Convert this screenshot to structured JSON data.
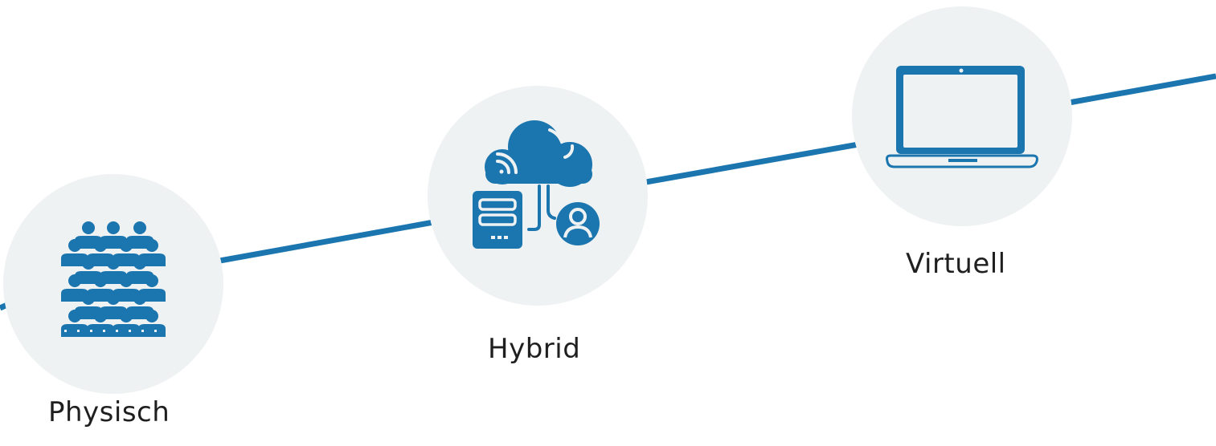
{
  "colors": {
    "line": "#1b75ae",
    "icon": "#1b75ae",
    "circle": "#eff2f3",
    "text": "#1f1f1f"
  },
  "stages": [
    {
      "label": "Physisch",
      "icon": "audience-icon"
    },
    {
      "label": "Hybrid",
      "icon": "hybrid-cloud-server-user-icon"
    },
    {
      "label": "Virtuell",
      "icon": "laptop-icon"
    }
  ]
}
